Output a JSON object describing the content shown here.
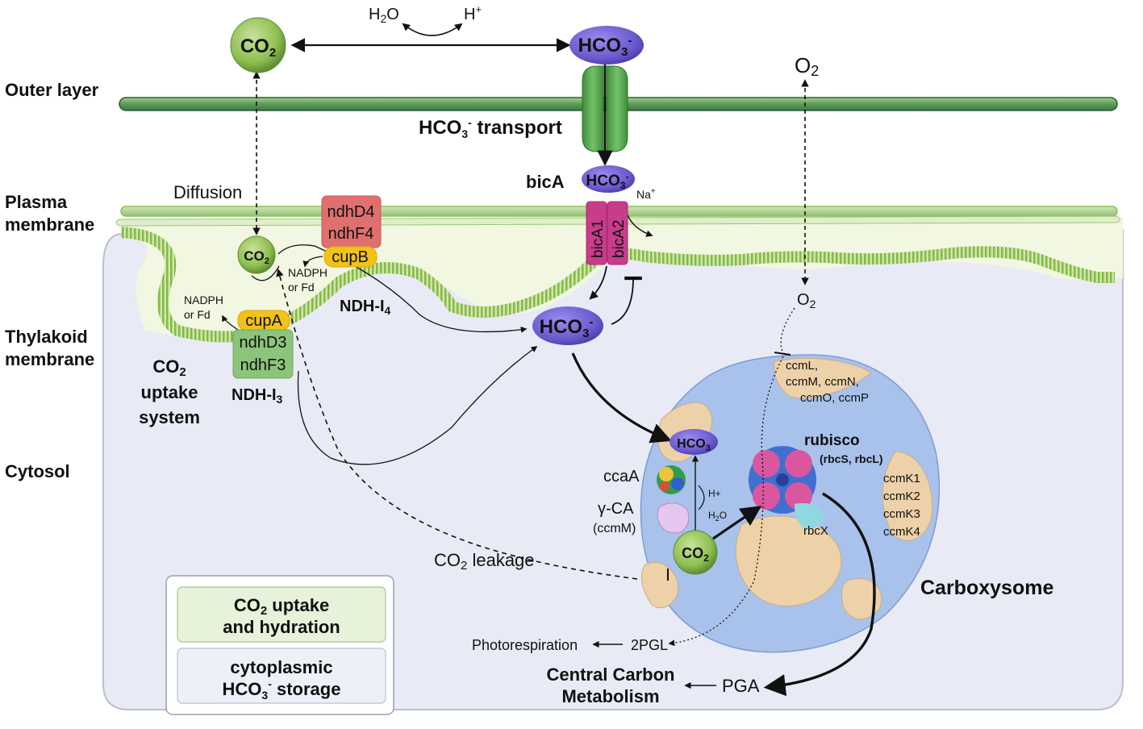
{
  "layers": {
    "outer": "Outer layer",
    "plasma1": "Plasma",
    "plasma2": "membrane",
    "thylakoid1": "Thylakoid",
    "thylakoid2": "membrane",
    "cytosol": "Cytosol"
  },
  "molecules": {
    "co2": "CO",
    "co2_sub": "2",
    "hco3": "HCO",
    "hco3_sub": "3",
    "hco3_sup": "-",
    "h2o": "H",
    "h2o_sub": "2",
    "h2o_end": "O",
    "hplus": "H",
    "hplus_sup": "+",
    "o2": "O",
    "o2_sub": "2",
    "na": "Na",
    "na_sup": "+"
  },
  "transport": {
    "hco3_transport": "HCO",
    "hco3_transport_sub": "3",
    "hco3_transport_sup": "-",
    "hco3_transport_end": " transport",
    "bica": "bicA",
    "bica1": "bicA1",
    "bica2": "bicA2",
    "diffusion": "Diffusion"
  },
  "ndh": {
    "ndhd4": "ndhD4",
    "ndhf4": "ndhF4",
    "cupb": "cupB",
    "ndhi4": "NDH-I",
    "ndhi4_sub": "4",
    "cupa": "cupA",
    "ndhd3": "ndhD3",
    "ndhf3": "ndhF3",
    "ndhi3": "NDH-I",
    "ndhi3_sub": "3",
    "nadph1": "NADPH",
    "orfd1": "or Fd",
    "nadph2": "NADPH",
    "orfd2": "or Fd"
  },
  "uptake": {
    "line1": "CO",
    "line1_sub": "2",
    "line2": "uptake",
    "line3": "system"
  },
  "carboxysome": {
    "title": "Carboxysome",
    "ccm1": "ccmL,",
    "ccm2": "ccmM, ccmN,",
    "ccm3": "ccmO, ccmP",
    "rubisco": "rubisco",
    "rubisco_sub": "(rbcS, rbcL)",
    "ccmk1": "ccmK1",
    "ccmk2": "ccmK2",
    "ccmk3": "ccmK3",
    "ccmk4": "ccmK4",
    "rbcx": "rbcX",
    "ccaa": "ccaA",
    "gca": "γ-CA",
    "ccmm": "(ccmM)",
    "hplus": "H+",
    "h2o": "H",
    "h2o_sub": "2",
    "h2o_end": "O"
  },
  "leak": {
    "label": "CO",
    "label_sub": "2",
    "label_end": " leakage"
  },
  "metabolism": {
    "photoresp": "Photorespiration",
    "pgl": "2PGL",
    "pga": "PGA",
    "central1": "Central Carbon",
    "central2": "Metabolism"
  },
  "legend": {
    "item1_line1": "CO",
    "item1_line1_sub": "2",
    "item1_line1_end": " uptake",
    "item1_line2": "and hydration",
    "item2_line1": "cytoplasmic",
    "item2_line2": "HCO",
    "item2_line2_sub": "3",
    "item2_line2_sup": "-",
    "item2_line2_end": " storage"
  },
  "colors": {
    "membrane_green": "#8fbf57",
    "outer_layer": "#5d9a5a",
    "cytosol_fill": "#e8ebf5",
    "periplasm_fill": "#f2f7e1",
    "co2_sphere": "#8fbf52",
    "hco3_ellipse": "#6a5acd",
    "ndh4_red": "#e06f6f",
    "ndh3_green": "#8cc47a",
    "cup_yellow": "#f2c21a",
    "bica_pink": "#c83d8a",
    "carboxysome_blue": "#a9c2ec",
    "carboxysome_tan": "#edd1a8"
  }
}
